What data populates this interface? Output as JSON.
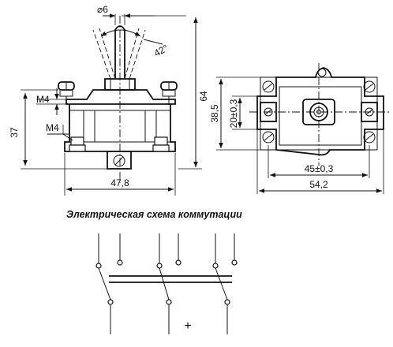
{
  "side_view": {
    "dim_diameter": "⌀6",
    "dim_angle": "42°",
    "dim_thread_top": "M4",
    "dim_thread_bottom": "M4",
    "dim_height_body": "37",
    "dim_height_total": "64",
    "dim_width": "47,8"
  },
  "plan_view": {
    "dim_height_outer": "38,5",
    "dim_height_inner": "20±0,3",
    "dim_width_inner": "45±0,3",
    "dim_width_outer": "54,2"
  },
  "schematic": {
    "caption": "Электрическая схема коммутации",
    "plus_sign": "+"
  }
}
